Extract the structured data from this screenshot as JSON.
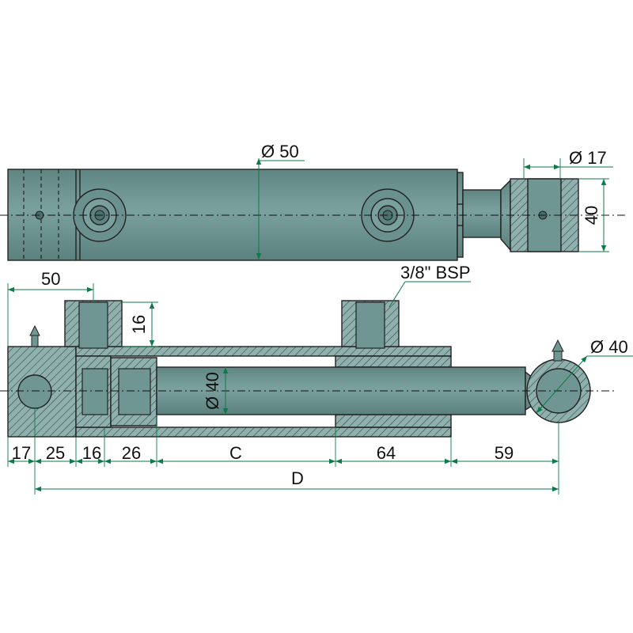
{
  "top_view": {
    "dia_body": "Ø 50",
    "dia_eye": "Ø 17",
    "eye_width": "40"
  },
  "side_view": {
    "dim_port_offset": "50",
    "dim_port_height": "16",
    "port_thread": "3/8\" BSP",
    "dia_rod": "Ø 40",
    "dia_rod_eye": "Ø 40",
    "bottom_dims": [
      "17",
      "25",
      "16",
      "26",
      "C",
      "64",
      "59"
    ],
    "overall": "D"
  },
  "colors": {
    "body": "#6e9592",
    "dimension_line": "#0d7a4a",
    "outline": "#222222"
  }
}
